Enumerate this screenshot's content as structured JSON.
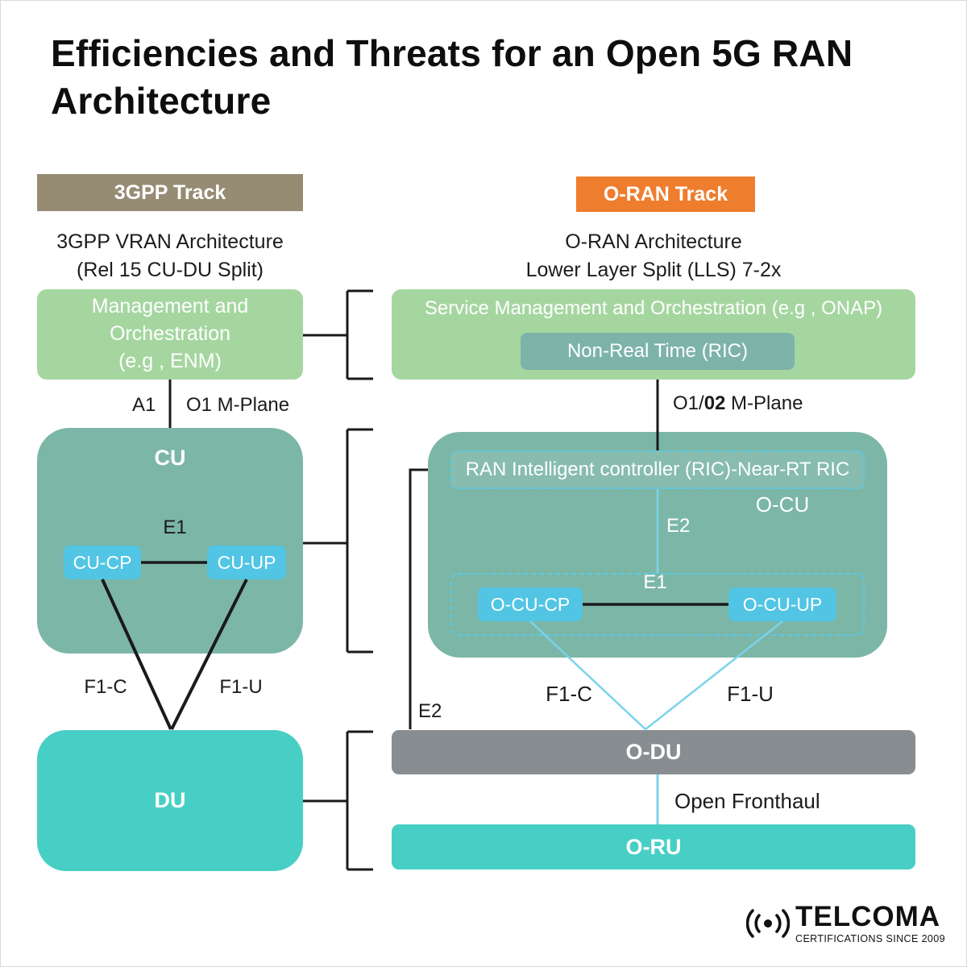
{
  "title": "Efficiencies and Threats for an Open 5G RAN\nArchitecture",
  "colors": {
    "badge_3gpp": "#968c73",
    "badge_oran": "#ef7d2e",
    "green_box": "#a5d6a0",
    "sage_box": "#7cb6a7",
    "teal_box": "#48cfc5",
    "cyan_box": "#52c5e4",
    "gray_bar": "#878d91",
    "cyan_line": "#7ad3ec",
    "black_line": "#1a1a1a"
  },
  "left": {
    "track_label": "3GPP Track",
    "subtitle": "3GPP VRAN Architecture\n(Rel 15 CU-DU Split)",
    "mgmt_box": "Management and\nOrchestration\n(e.g , ENM)",
    "a1_label": "A1",
    "o1_label": "O1 M-Plane",
    "cu_label": "CU",
    "cu_cp": "CU-CP",
    "cu_up": "CU-UP",
    "e1_label": "E1",
    "f1c_label": "F1-C",
    "f1u_label": "F1-U",
    "du_label": "DU"
  },
  "right": {
    "track_label": "O-RAN Track",
    "subtitle": "O-RAN Architecture\nLower Layer Split (LLS) 7-2x",
    "smo_label": "Service Management and Orchestration (e.g , ONAP)",
    "non_rt_ric": "Non-Real Time (RIC)",
    "o1_prefix": "O1/",
    "o1_bold": "02",
    "o1_suffix": " M-Plane",
    "ric_label": "RAN Intelligent controller (RIC)-Near-RT RIC",
    "ocu_label": "O-CU",
    "e2_inner_label": "E2",
    "e1_label": "E1",
    "ocu_cp": "O-CU-CP",
    "ocu_up": "O-CU-UP",
    "e2_outer_label": "E2",
    "f1c_label": "F1-C",
    "f1u_label": "F1-U",
    "odu_label": "O-DU",
    "fronthaul_label": "Open Fronthaul",
    "oru_label": "O-RU"
  },
  "logo": {
    "name": "TELCOMA",
    "tagline": "CERTIFICATIONS SINCE 2009"
  }
}
